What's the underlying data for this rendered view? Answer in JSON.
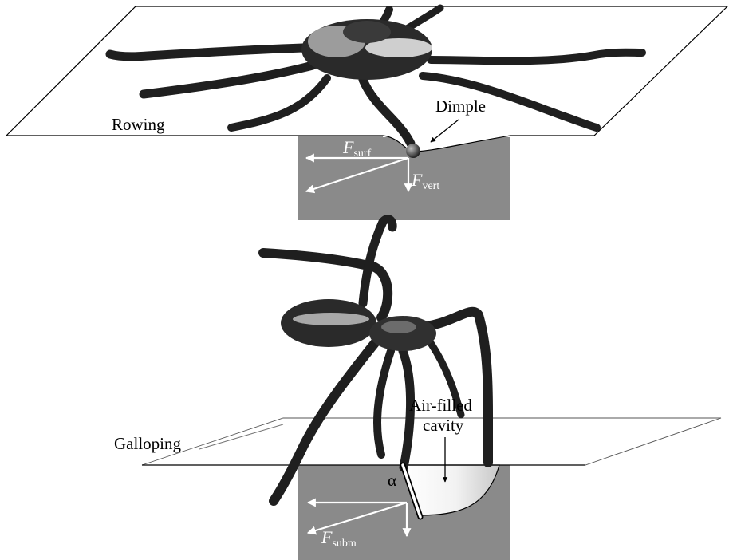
{
  "panels": {
    "rowing": {
      "mode_label": "Rowing",
      "dimple_label": "Dimple",
      "force_surface": {
        "symbol": "F",
        "subscript": "surf"
      },
      "force_vertical": {
        "symbol": "F",
        "subscript": "vert"
      }
    },
    "galloping": {
      "mode_label": "Galloping",
      "cavity_label_line1": "Air-filled",
      "cavity_label_line2": "cavity",
      "angle_symbol": "α",
      "force_submerged": {
        "symbol": "F",
        "subscript": "subm"
      }
    }
  },
  "colors": {
    "water": "#8a8a8a",
    "spider_body": "#1f1f1f",
    "spider_band": "#b9b9b9",
    "force_arrows": "#ffffff"
  }
}
